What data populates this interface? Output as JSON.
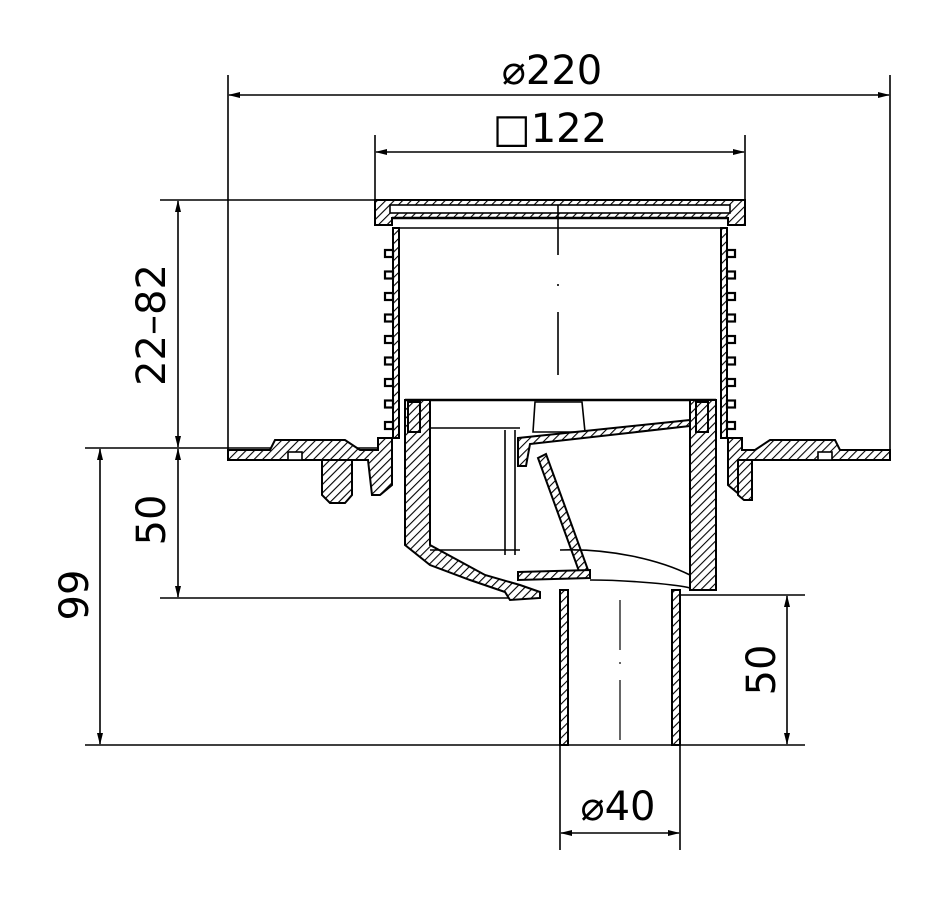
{
  "drawing": {
    "title": "Floor drain cross-section",
    "dimensions": {
      "outer_diameter": "⌀220",
      "grate_square": "□122",
      "height_adjust": "22–82",
      "body_depth": "50",
      "total_depth": "99",
      "outlet_length": "50",
      "outlet_diameter": "⌀40"
    },
    "colors": {
      "line": "#000000",
      "background": "#ffffff"
    }
  }
}
